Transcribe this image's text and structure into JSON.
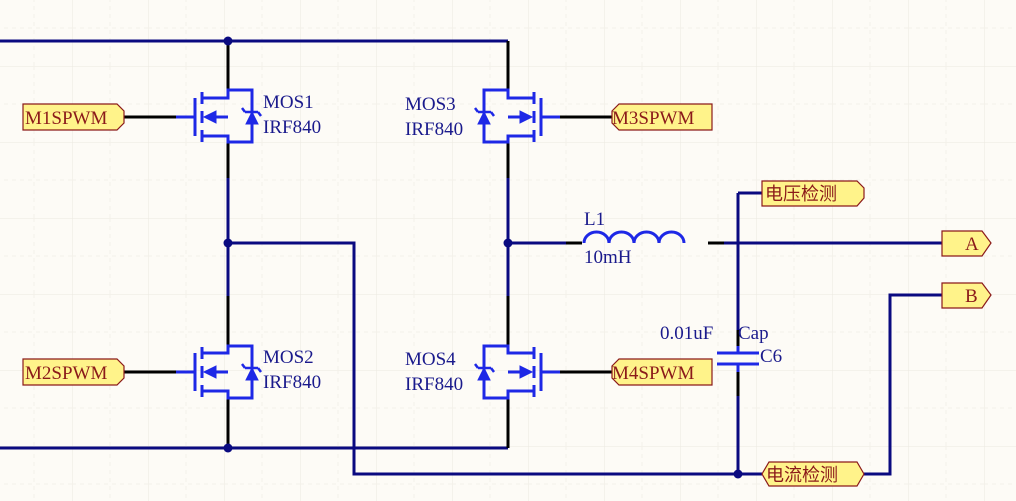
{
  "schematic": {
    "title": "H-bridge inverter schematic",
    "colors": {
      "background": "#fdfbf6",
      "grid": "#ece8e0",
      "wire": "#0a0a80",
      "pin_wire": "#000000",
      "symbol": "#1e28e6",
      "label_text": "#1a1a8c",
      "port_fill": "#fff38a",
      "port_border": "#8b1a1a",
      "port_text": "#8b1a1a"
    },
    "components": {
      "mos1": {
        "designator": "MOS1",
        "value": "IRF840"
      },
      "mos2": {
        "designator": "MOS2",
        "value": "IRF840"
      },
      "mos3": {
        "designator": "MOS3",
        "value": "IRF840"
      },
      "mos4": {
        "designator": "MOS4",
        "value": "IRF840"
      },
      "l1": {
        "designator": "L1",
        "value": "10mH"
      },
      "c6": {
        "designator": "C6",
        "value": "0.01uF",
        "type": "Cap"
      }
    },
    "ports": {
      "m1spwm": "M1SPWM",
      "m2spwm": "M2SPWM",
      "m3spwm": "M3SPWM",
      "m4spwm": "M4SPWM",
      "voltage_detect": "电压检测",
      "current_detect": "电流检测",
      "a": "A",
      "b": "B"
    }
  }
}
